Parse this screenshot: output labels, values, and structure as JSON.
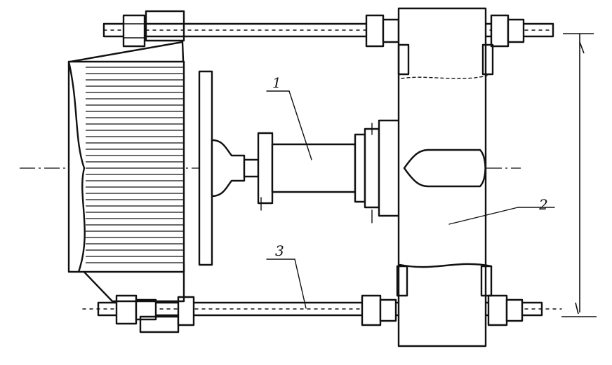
{
  "diagram": {
    "labels": [
      {
        "id": "part-1",
        "text": "1"
      },
      {
        "id": "part-2",
        "text": "2"
      },
      {
        "id": "part-3",
        "text": "3"
      }
    ]
  },
  "colors": {
    "ink": "#111111",
    "paper": "#ffffff"
  }
}
